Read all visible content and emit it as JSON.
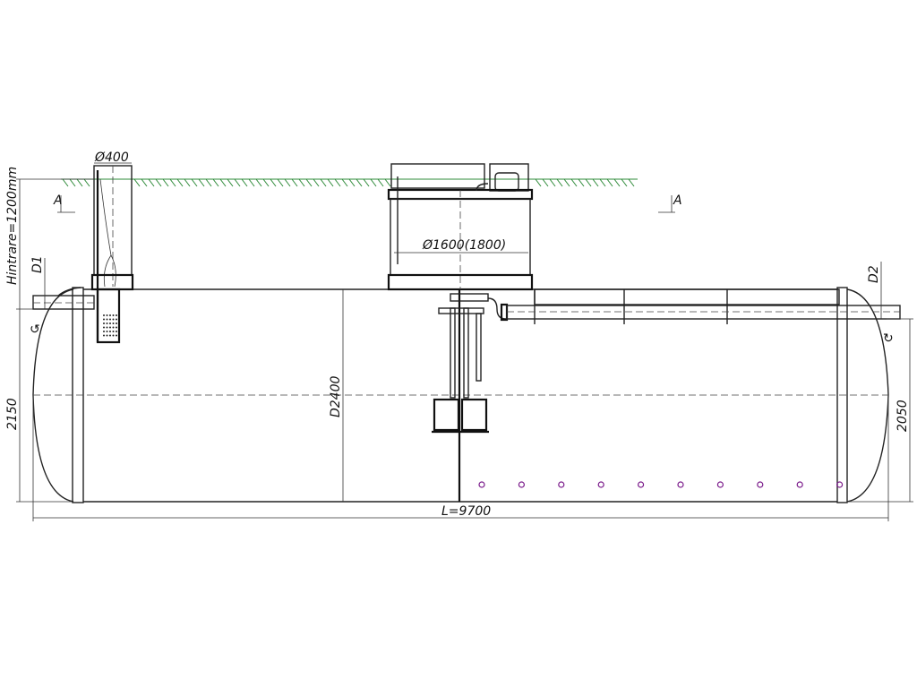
{
  "labels": {
    "shaft_diameter": "Ø400",
    "section_left": "A",
    "section_right": "A",
    "burial_depth": "Hintrare=1200mm",
    "inlet": "D1",
    "outlet": "D2",
    "chamber_diameter": "Ø1600(1800)",
    "tank_diameter": "D2400",
    "inlet_height": "2150",
    "outlet_height": "2050",
    "tank_length": "L=9700"
  },
  "colors": {
    "ground": "#2e8b3a",
    "aerator": "#7a1a8a",
    "line": "#222222"
  },
  "aerator_count": 10
}
